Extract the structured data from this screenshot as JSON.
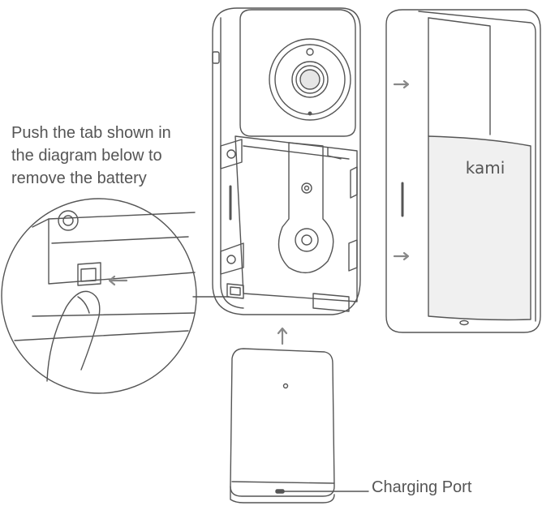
{
  "instruction": {
    "line1": "Push the tab shown in",
    "line2": "the diagram below to",
    "line3": "remove the battery"
  },
  "labels": {
    "charging_port": "Charging Port",
    "brand": "kami"
  },
  "colors": {
    "line": "#555555",
    "arrow": "#888888",
    "text": "#555555",
    "shade": "#e6e6e6"
  }
}
